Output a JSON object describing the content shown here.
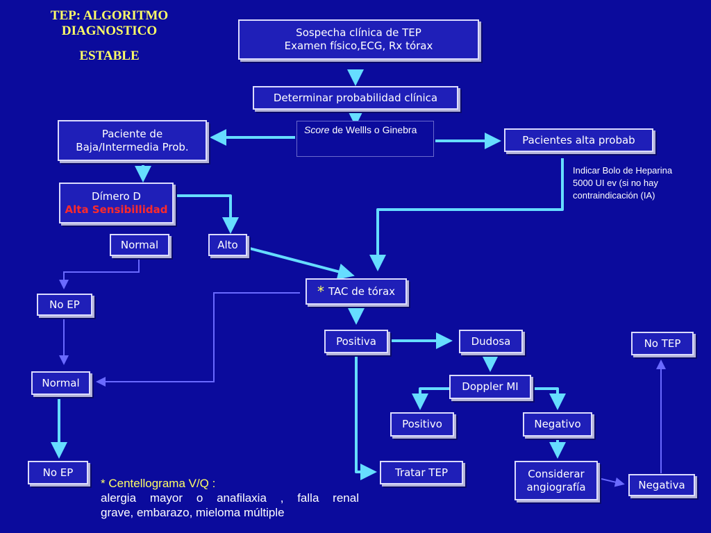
{
  "title": {
    "line1": "TEP: ALGORITMO",
    "line2": "DIAGNOSTICO",
    "line3": "ESTABLE"
  },
  "nodes": {
    "sospecha": {
      "line1": "Sospecha clínica de TEP",
      "line2": "Examen físico,ECG, Rx tórax"
    },
    "probabilidad": "Determinar probabilidad clínica",
    "score": {
      "italic": "Score",
      "rest": " de Wellls o Ginebra"
    },
    "baja": {
      "line1": "Paciente de",
      "line2": "Baja/Intermedia Prob."
    },
    "alta_probab": "Pacientes alta probab",
    "heparina": {
      "line1": "Indicar Bolo de Heparina",
      "line2": "5000 UI ev (si no hay",
      "line3": "contraindicación (IA)"
    },
    "dimero": {
      "line1": "Dímero D",
      "line2": "Alta Sensibillidad"
    },
    "normal_dimero": "Normal",
    "alto": "Alto",
    "tac": {
      "star": "*",
      "label": "TAC de tórax"
    },
    "no_ep_1": "No EP",
    "positiva": "Positiva",
    "dudosa": "Dudosa",
    "no_tep": "No TEP",
    "normal_vq": "Normal",
    "doppler": "Doppler MI",
    "positivo": "Positivo",
    "negativo": "Negativo",
    "no_ep_2": "No EP",
    "tratar": "Tratar TEP",
    "considerar": {
      "line1": "Considerar",
      "line2": "angiografía"
    },
    "negativa": "Negativa"
  },
  "footnote": {
    "head": "* Centellograma V/Q   :",
    "body_line1": "alergia mayor o anafilaxia , falla renal",
    "body_line2": "grave, embarazo, mieloma múltiple"
  },
  "colors": {
    "background": "#0b0b9c",
    "arrow": "#66ddff",
    "accent": "#ffff66",
    "highlight": "#ff2a2a"
  }
}
